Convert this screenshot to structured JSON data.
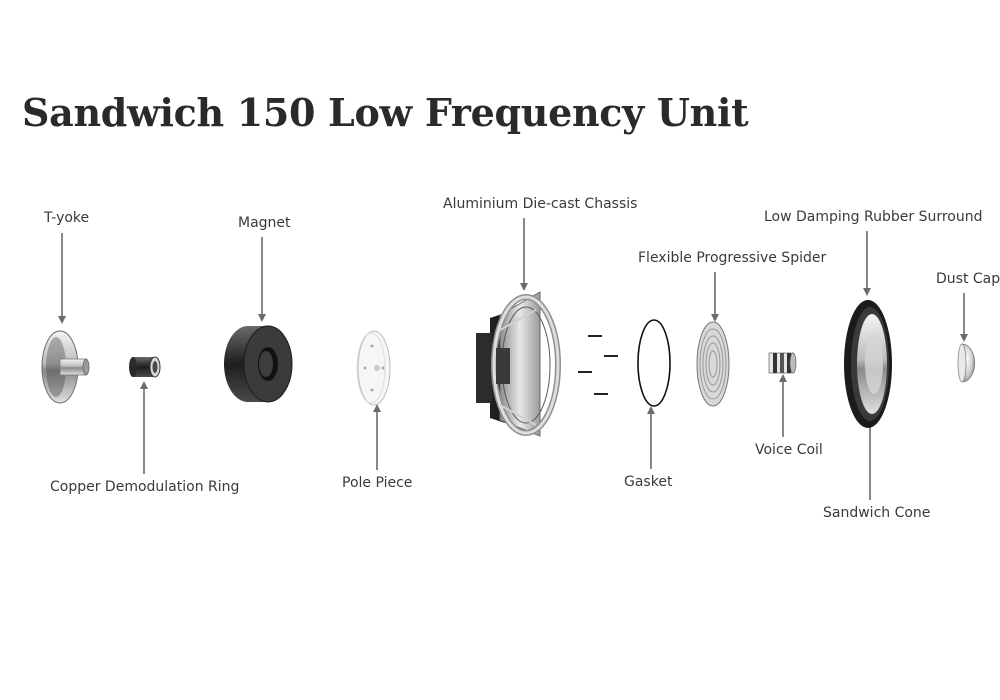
{
  "title": "Sandwich 150 Low Frequency Unit",
  "components": {
    "t_yoke": "T-yoke",
    "magnet": "Magnet",
    "chassis": "Aluminium Die-cast Chassis",
    "spider": "Flexible Progressive Spider",
    "surround": "Low Damping Rubber Surround",
    "dust_cap": "Dust Cap",
    "copper_ring": "Copper Demodulation Ring",
    "pole_piece": "Pole Piece",
    "gasket": "Gasket",
    "voice_coil": "Voice Coil",
    "cone": "Sandwich Cone"
  }
}
